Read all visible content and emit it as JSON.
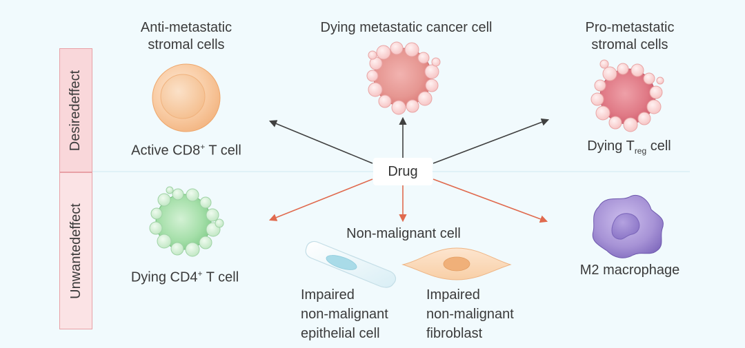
{
  "side_labels": {
    "top": "Desiredeffect",
    "bottom": "Unwantedeffect"
  },
  "drug": "Drug",
  "headers": {
    "anti_line1": "Anti-metastatic",
    "anti_line2": "stromal cells",
    "center": "Dying metastatic cancer cell",
    "pro_line1": "Pro-metastatic",
    "pro_line2": "stromal cells"
  },
  "cells": {
    "cd8_pre": "Active CD8",
    "cd8_sup": "+",
    "cd8_post": " T cell",
    "treg_pre": "Dying T",
    "treg_sub": "reg",
    "treg_post": " cell",
    "cd4_pre": "Dying CD4",
    "cd4_sup": "+",
    "cd4_post": " T cell",
    "nonmalignant": "Non-malignant cell",
    "m2": "M2 macrophage",
    "epithelial_line1": "Impaired",
    "epithelial_line2": "non-malignant",
    "epithelial_line3": "epithelial cell",
    "fibroblast_line1": "Impaired",
    "fibroblast_line2": "non-malignant",
    "fibroblast_line3": "fibroblast"
  },
  "colors": {
    "background": "#f1fafd",
    "desired_arrow": "#404040",
    "unwanted_arrow": "#e06a4e",
    "side_band": "#f9d7da",
    "cd8_cell": "#f8c9a0",
    "cancer_cell": "#e7888a",
    "treg_cell": "#e06b7a",
    "cd4_cell": "#8fd39a",
    "macrophage": "#9c89cf"
  }
}
